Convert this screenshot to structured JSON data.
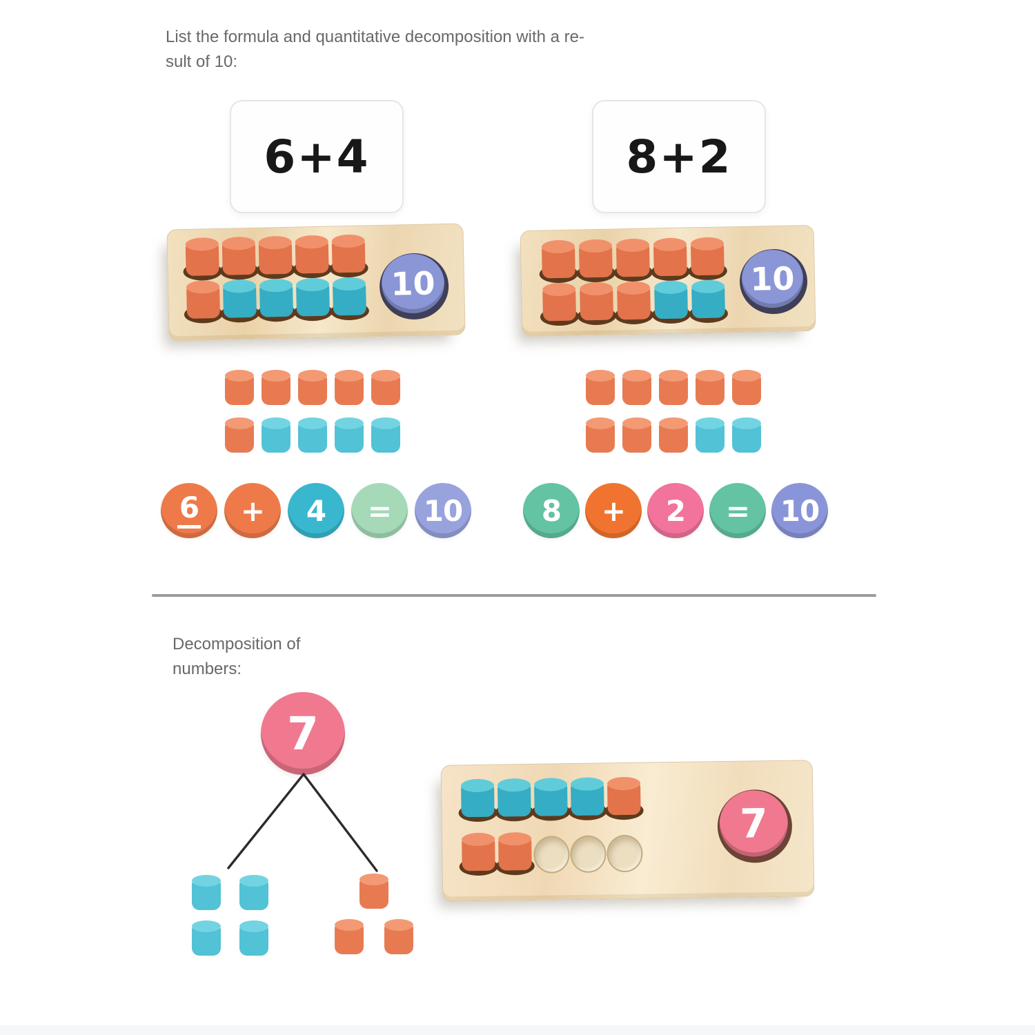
{
  "title": {
    "line1": "List the formula and quantitative decomposition with a re-",
    "line2": "sult of 10:"
  },
  "decomposition_title": {
    "line1": "Decomposition of",
    "line2": "numbers:"
  },
  "cards": [
    {
      "label": "6+4"
    },
    {
      "label": "8+2"
    }
  ],
  "boards": [
    {
      "result": "10",
      "pegs": [
        "orange",
        "orange",
        "orange",
        "orange",
        "orange",
        "orange",
        "teal",
        "teal",
        "teal",
        "teal"
      ]
    },
    {
      "result": "10",
      "pegs": [
        "orange",
        "orange",
        "orange",
        "orange",
        "orange",
        "orange",
        "orange",
        "orange",
        "teal",
        "teal"
      ]
    }
  ],
  "loose_groups": [
    {
      "pegs": [
        "orange",
        "orange",
        "orange",
        "orange",
        "orange",
        "orange",
        "teal",
        "teal",
        "teal",
        "teal"
      ]
    },
    {
      "pegs": [
        "orange",
        "orange",
        "orange",
        "orange",
        "orange",
        "orange",
        "orange",
        "orange",
        "teal",
        "teal"
      ]
    }
  ],
  "equations": [
    {
      "tokens": [
        {
          "text": "6",
          "color": "#ee7a4a",
          "underline": true
        },
        {
          "text": "+",
          "color": "#ee7a4a"
        },
        {
          "text": "4",
          "color": "#38b7ce"
        },
        {
          "text": "=",
          "color": "#a5d9b8"
        },
        {
          "text": "10",
          "color": "#98a2dd"
        }
      ]
    },
    {
      "tokens": [
        {
          "text": "8",
          "color": "#63c3a3"
        },
        {
          "text": "+",
          "color": "#f0742f"
        },
        {
          "text": "2",
          "color": "#f2739c"
        },
        {
          "text": "=",
          "color": "#63c3a3"
        },
        {
          "text": "10",
          "color": "#8a94d8"
        }
      ]
    }
  ],
  "tree": {
    "root": "7",
    "left_pegs": [
      "teal",
      "teal",
      "teal",
      "teal"
    ],
    "right_pegs": [
      "orange",
      "orange",
      "orange"
    ]
  },
  "bottom_board": {
    "result": "7",
    "pegs": [
      "teal",
      "teal",
      "teal",
      "teal",
      "orange",
      "orange",
      "orange",
      "empty",
      "empty",
      "empty"
    ]
  },
  "colors": {
    "peg_orange": "#e2734b",
    "peg_orange_top": "#f1916b",
    "peg_teal": "#35adc4",
    "peg_teal_top": "#60ccd9",
    "disc_blue": "#8b96d6",
    "disc_pink": "#f1798f",
    "board_wood": "#f0dcba",
    "hole_dark": "#5e3a1d",
    "empty_hole": "#ecdfc1",
    "divider": "#9c9c9c",
    "text_gray": "#686868",
    "card_text": "#181818"
  }
}
